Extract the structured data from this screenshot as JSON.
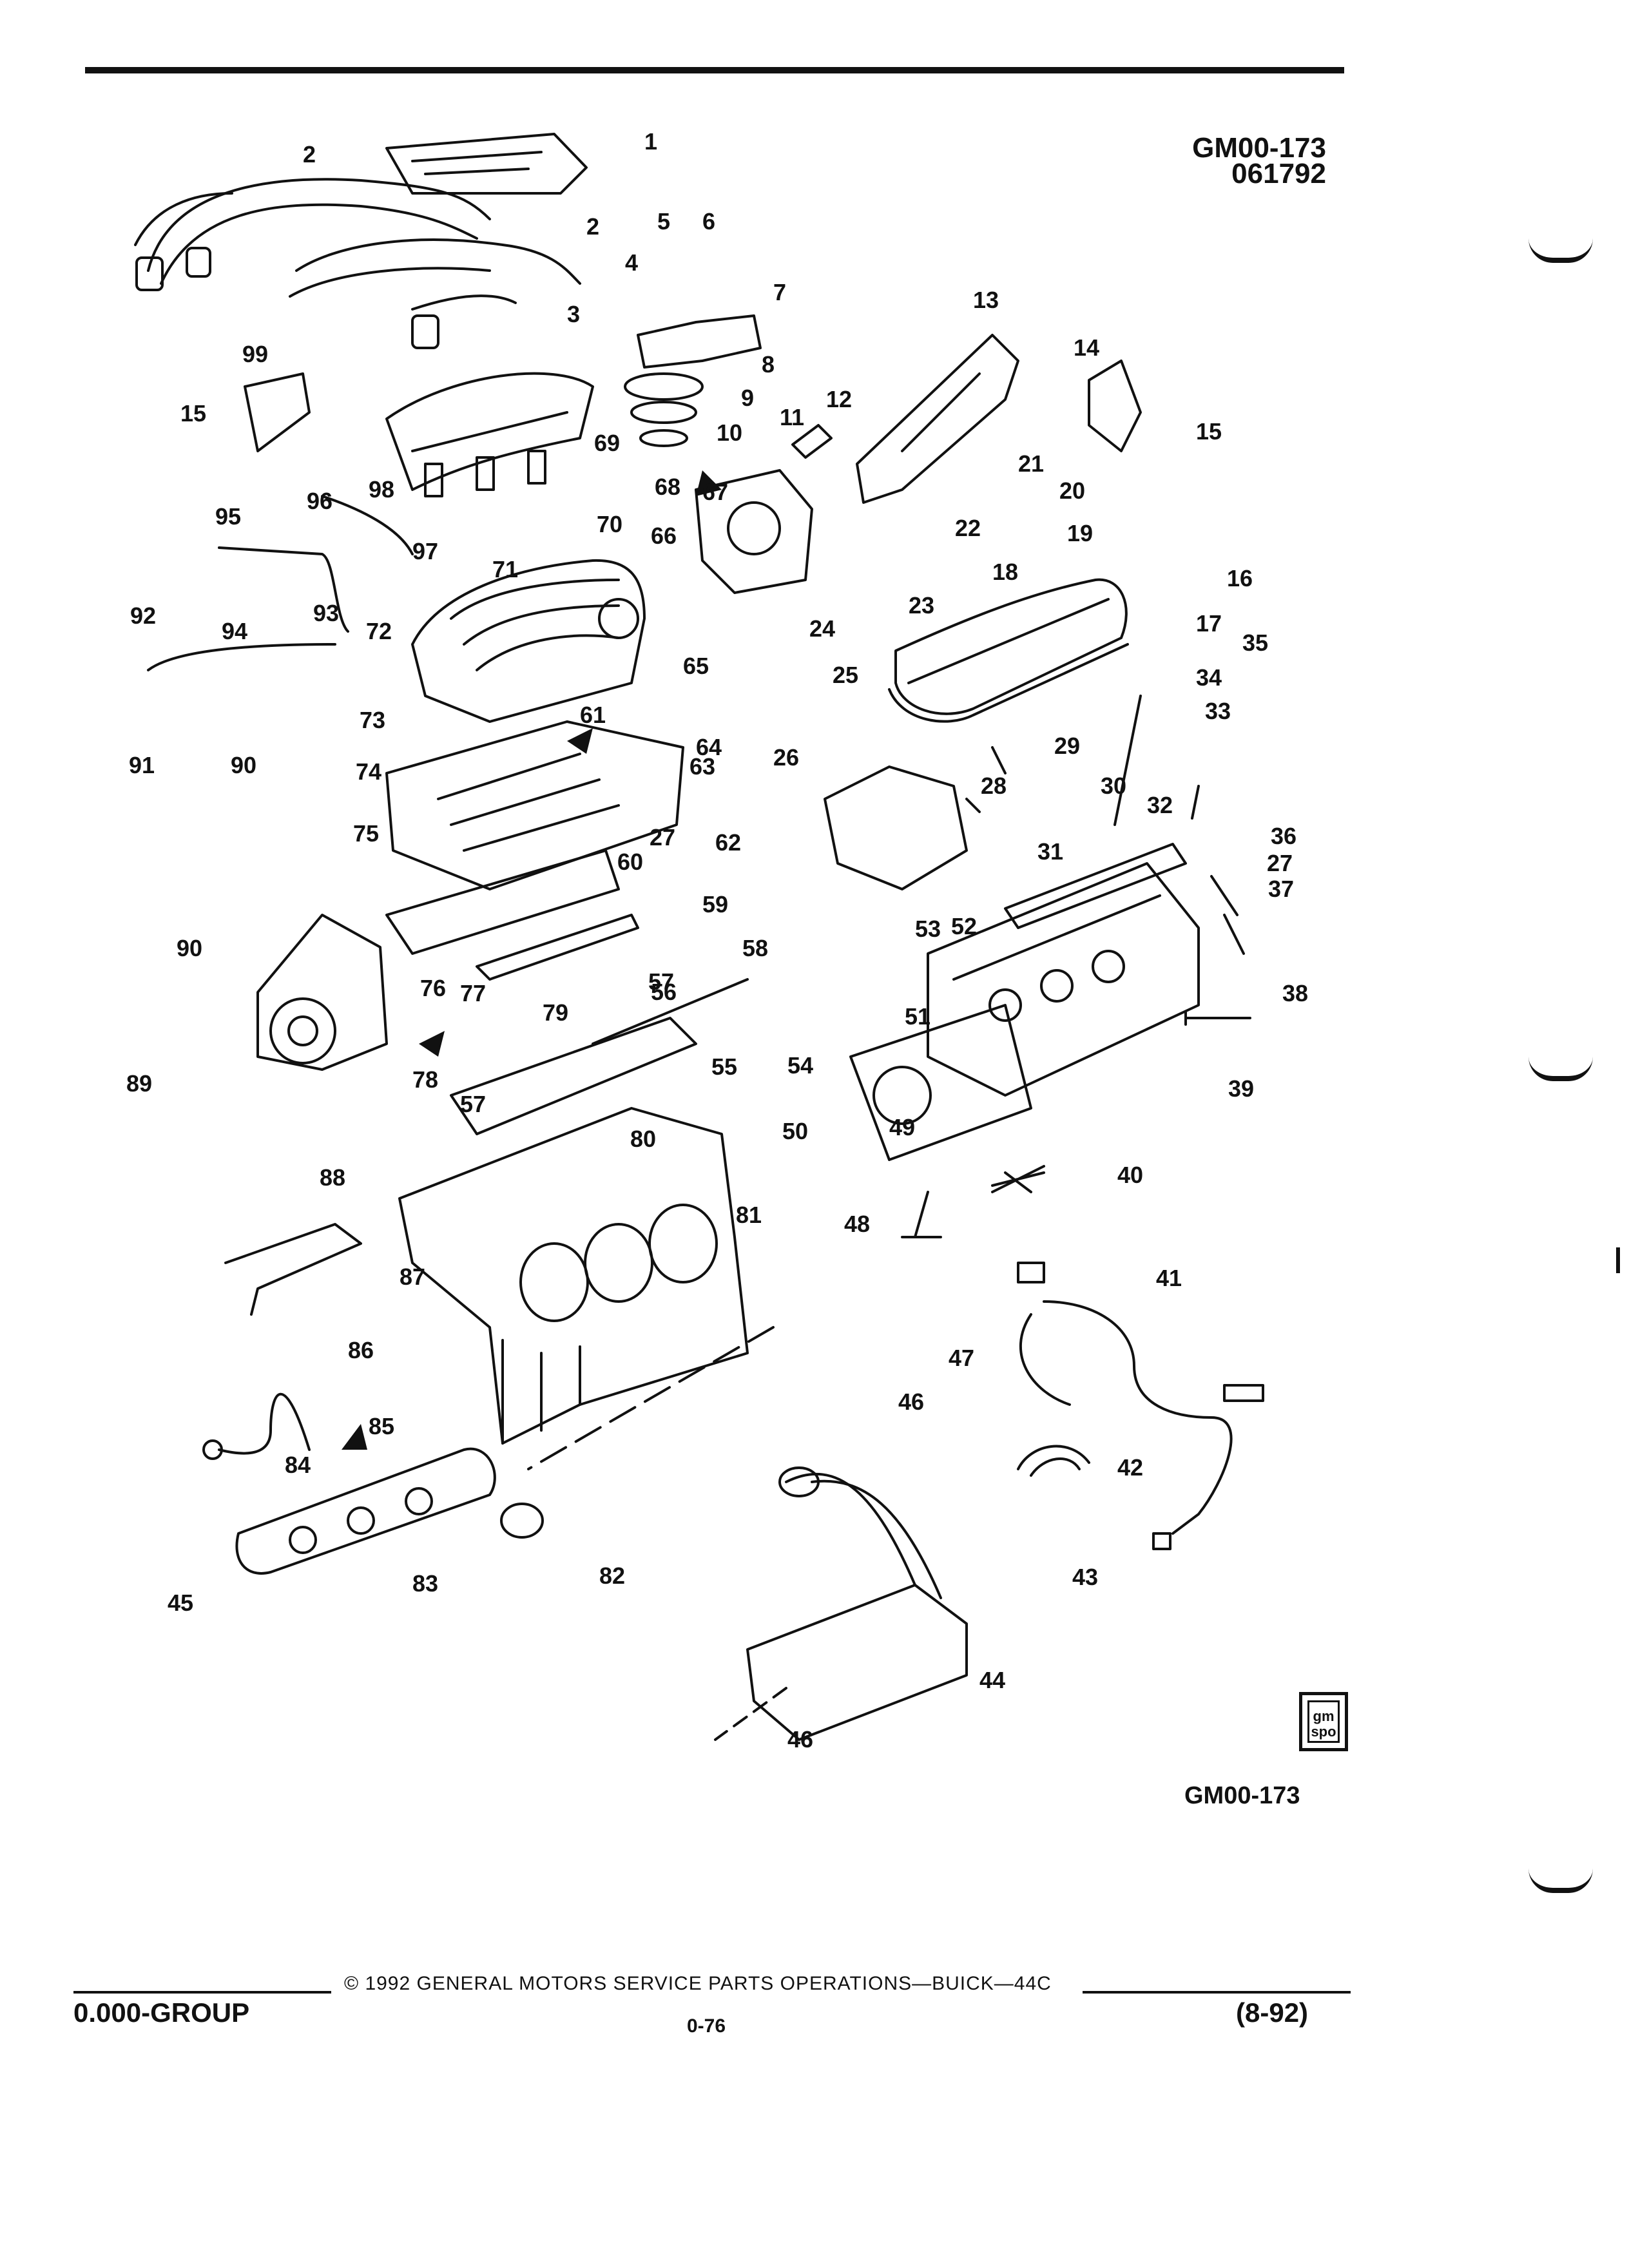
{
  "header": {
    "figure_code": "GM00-173",
    "figure_date": "061792"
  },
  "diagram": {
    "callouts": [
      "1",
      "2",
      "2",
      "3",
      "4",
      "5",
      "6",
      "7",
      "8",
      "9",
      "10",
      "11",
      "12",
      "13",
      "14",
      "15",
      "15",
      "16",
      "17",
      "18",
      "19",
      "20",
      "21",
      "22",
      "23",
      "24",
      "25",
      "26",
      "27",
      "27",
      "28",
      "29",
      "30",
      "31",
      "32",
      "33",
      "34",
      "35",
      "36",
      "37",
      "38",
      "39",
      "40",
      "41",
      "42",
      "43",
      "44",
      "45",
      "46",
      "46",
      "47",
      "48",
      "49",
      "50",
      "51",
      "52",
      "53",
      "54",
      "55",
      "56",
      "57",
      "57",
      "58",
      "59",
      "60",
      "61",
      "62",
      "63",
      "64",
      "65",
      "66",
      "67",
      "68",
      "69",
      "70",
      "71",
      "72",
      "73",
      "74",
      "75",
      "76",
      "77",
      "78",
      "79",
      "80",
      "81",
      "82",
      "83",
      "84",
      "85",
      "86",
      "87",
      "88",
      "89",
      "90",
      "90",
      "91",
      "92",
      "93",
      "94",
      "95",
      "96",
      "97",
      "98",
      "99"
    ],
    "figure_code_bottom": "GM00-173",
    "logo_text": "gm spo"
  },
  "footer": {
    "copyright": "© 1992 GENERAL MOTORS SERVICE PARTS OPERATIONS—BUICK—44C",
    "group": "0.000-GROUP",
    "page_number": "0-76",
    "revision": "(8-92)"
  }
}
